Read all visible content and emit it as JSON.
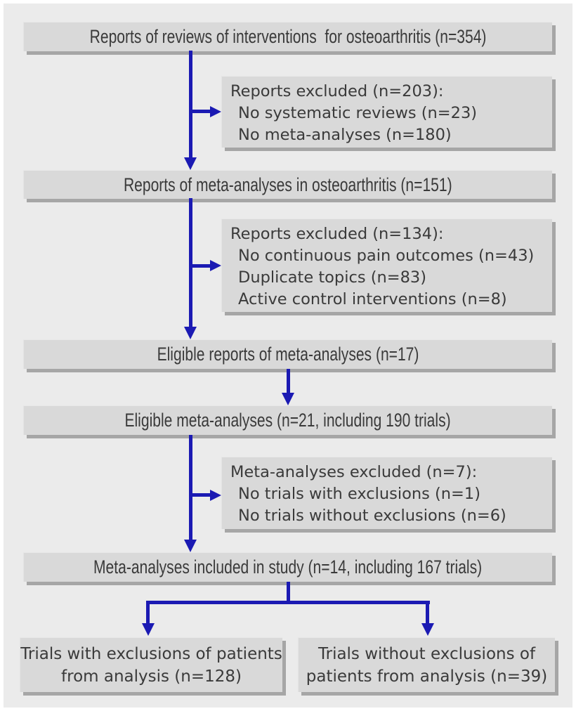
{
  "palette": {
    "background": "#ebebeb",
    "frame": "#ffffff",
    "box_fill": "#d9d9d9",
    "box_shadow": "#a6a6a6",
    "arrow_color": "#1b1ab3",
    "text_color": "#3a3a3a"
  },
  "nodes": {
    "reports_reviews": "Reports of reviews of interventions  for osteoarthritis (n=354)",
    "excluded_reports_1": {
      "title": "Reports excluded (n=203):",
      "items": [
        "No systematic reviews (n=23)",
        "No meta-analyses (n=180)"
      ]
    },
    "reports_meta_analyses": "Reports of meta-analyses in osteoarthritis (n=151)",
    "excluded_reports_2": {
      "title": "Reports excluded (n=134):",
      "items": [
        "No continuous pain outcomes (n=43)",
        "Duplicate topics (n=83)",
        "Active control interventions (n=8)"
      ]
    },
    "eligible_reports": "Eligible reports of meta-analyses (n=17)",
    "eligible_meta_analyses": "Eligible meta-analyses (n=21, including 190 trials)",
    "excluded_meta_analyses": {
      "title": "Meta-analyses excluded (n=7):",
      "items": [
        "No trials with exclusions (n=1)",
        "No trials without exclusions (n=6)"
      ]
    },
    "included_meta_analyses": "Meta-analyses included in study (n=14, including 167 trials)",
    "trials_with_exclusions": "Trials with exclusions of patients from analysis (n=128)",
    "trials_without_exclusions": "Trials without exclusions of patients from analysis (n=39)"
  }
}
